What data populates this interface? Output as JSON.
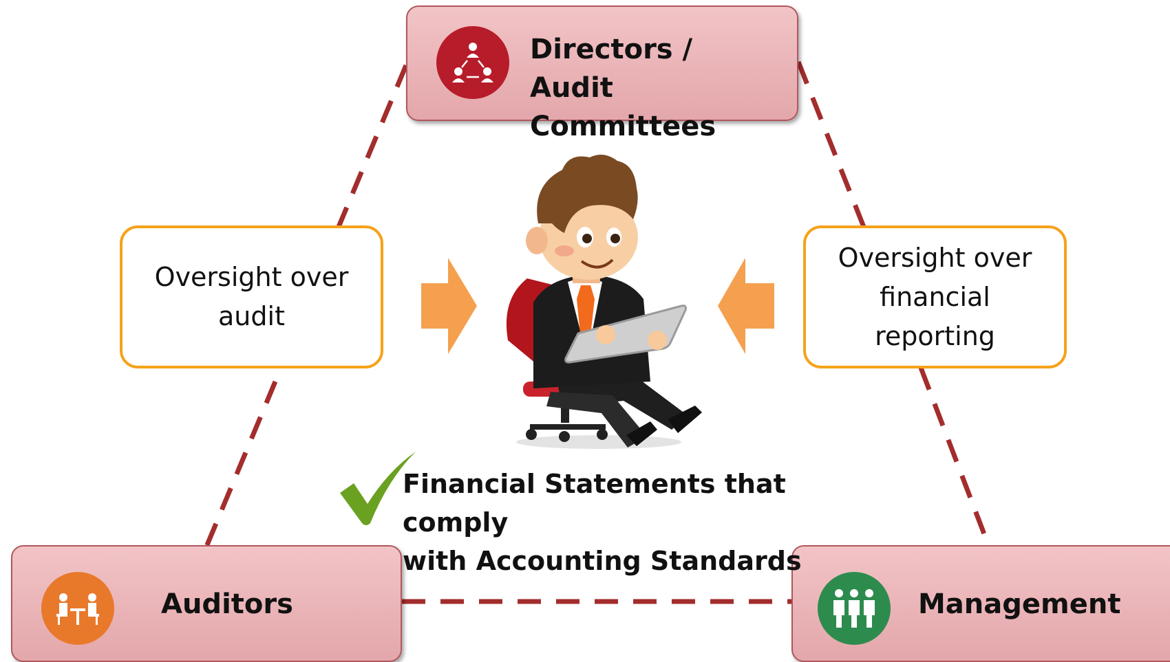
{
  "nodes": {
    "directors": {
      "line1": "Directors /",
      "line2": "Audit Committees",
      "icon": "committee-cycle-icon",
      "icon_color": "#b71c2a"
    },
    "auditors": {
      "label": "Auditors",
      "icon": "meeting-table-icon",
      "icon_color": "#e8792b"
    },
    "management": {
      "label": "Management",
      "icon": "team-group-icon",
      "icon_color": "#2e8b4e"
    }
  },
  "oversight_left": {
    "line1": "Oversight over",
    "line2": "audit"
  },
  "oversight_right": {
    "line1": "Oversight over",
    "line2": "financial",
    "line3": "reporting"
  },
  "outcome": {
    "line1": "Financial Statements that comply",
    "line2": "with Accounting Standards",
    "icon": "checkmark-icon",
    "icon_color": "#6aa121"
  },
  "center_figure": {
    "icon": "businessman-tablet-illustration"
  },
  "colors": {
    "box_fill": "#eab3b6",
    "box_border": "#b0575d",
    "dashed_line": "#a32d2d",
    "oversight_border": "#f5a21a",
    "arrow": "#f5a04e"
  }
}
